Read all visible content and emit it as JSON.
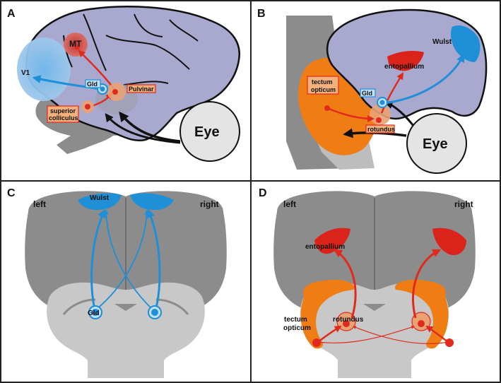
{
  "panels": {
    "A": {
      "letter": "A",
      "labels": {
        "mt": "MT",
        "v1": "V1",
        "gld": "Gld",
        "pulvinar": "Pulvinar",
        "superior_colliculus_1": "superior",
        "superior_colliculus_2": "colliculus",
        "eye": "Eye"
      }
    },
    "B": {
      "letter": "B",
      "labels": {
        "wulst": "Wulst",
        "entopallium": "entopallium",
        "tectum_1": "tectum",
        "tectum_2": "opticum",
        "gld": "Gld",
        "rotundus": "rotundus",
        "eye": "Eye"
      }
    },
    "C": {
      "letter": "C",
      "labels": {
        "left": "left",
        "right": "right",
        "wulst": "Wulst",
        "gld": "Gld"
      }
    },
    "D": {
      "letter": "D",
      "labels": {
        "left": "left",
        "right": "right",
        "entopallium": "entopallium",
        "tectum_1": "tectum",
        "tectum_2": "opticum",
        "rotundus": "rotundus"
      }
    }
  },
  "colors": {
    "blue": "#1f8fd8",
    "red": "#e02a1e",
    "orange": "#ef7d14",
    "cortex": "#a9a9cf",
    "dark_gray": "#8c8c8c",
    "light_gray": "#c8c8c8"
  }
}
